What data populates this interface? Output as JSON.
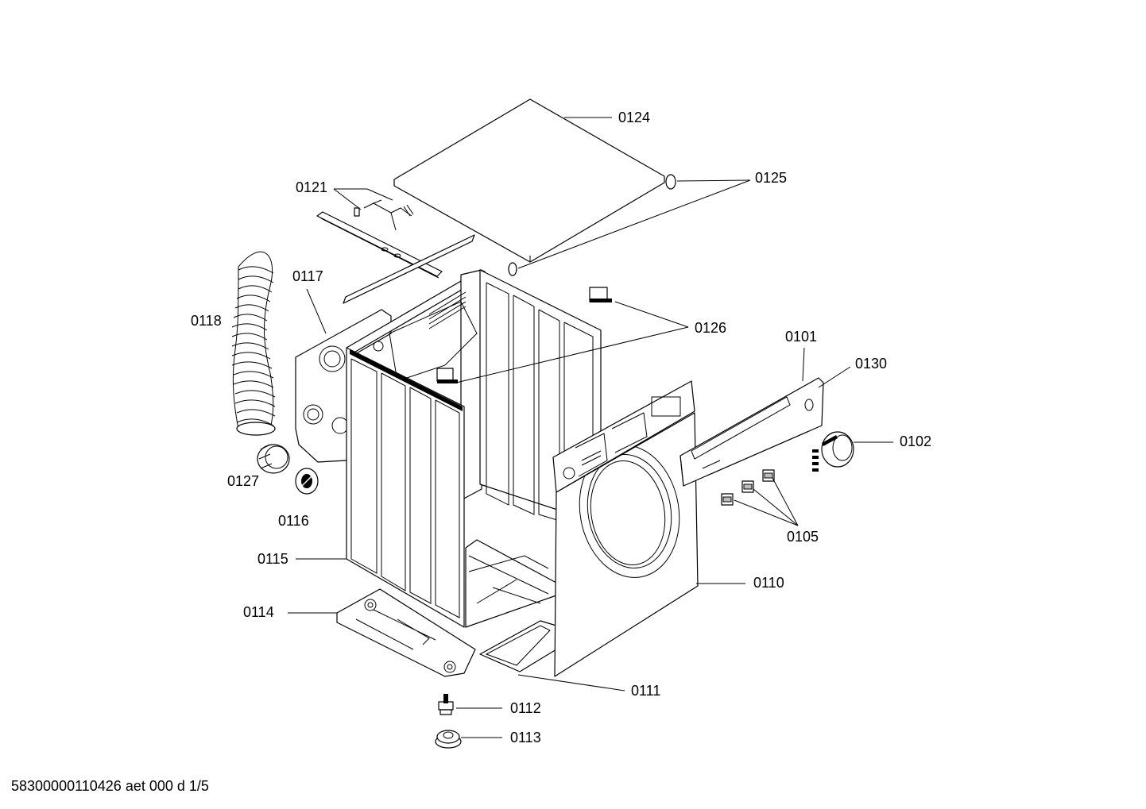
{
  "labels": {
    "l0101": "0101",
    "l0102": "0102",
    "l0105": "0105",
    "l0110": "0110",
    "l0111": "0111",
    "l0112": "0112",
    "l0113": "0113",
    "l0114": "0114",
    "l0115": "0115",
    "l0116": "0116",
    "l0117": "0117",
    "l0118": "0118",
    "l0121": "0121",
    "l0124": "0124",
    "l0125": "0125",
    "l0126": "0126",
    "l0127": "0127",
    "l0130": "0130"
  },
  "footer": {
    "doc_id": "58300000110426 aet 000 d 1/5"
  }
}
